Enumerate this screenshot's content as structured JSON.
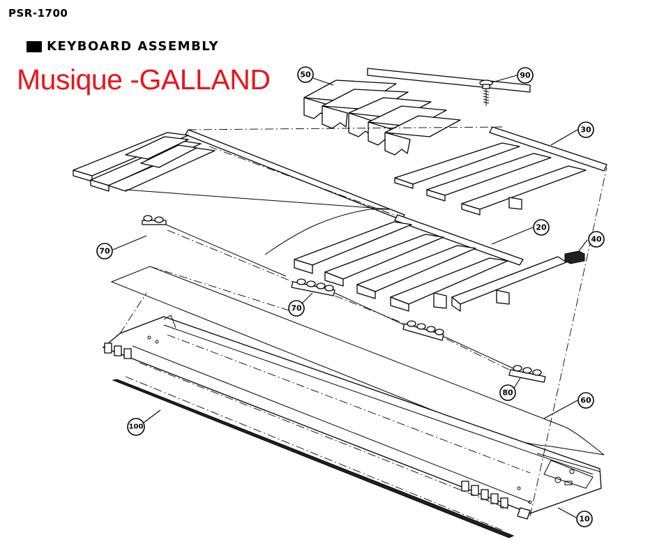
{
  "header": {
    "model": "PSR-1700",
    "section_title": "KEYBOARD ASSEMBLY"
  },
  "watermark": {
    "text": "Musique -GALLAND",
    "color": "#e8141e"
  },
  "callouts": [
    {
      "id": "50",
      "label": "50"
    },
    {
      "id": "90",
      "label": "90"
    },
    {
      "id": "30",
      "label": "30"
    },
    {
      "id": "20",
      "label": "20"
    },
    {
      "id": "40",
      "label": "40"
    },
    {
      "id": "70a",
      "label": "70"
    },
    {
      "id": "70b",
      "label": "70"
    },
    {
      "id": "80",
      "label": "80"
    },
    {
      "id": "60",
      "label": "60"
    },
    {
      "id": "100",
      "label": "100"
    },
    {
      "id": "10",
      "label": "10"
    }
  ]
}
